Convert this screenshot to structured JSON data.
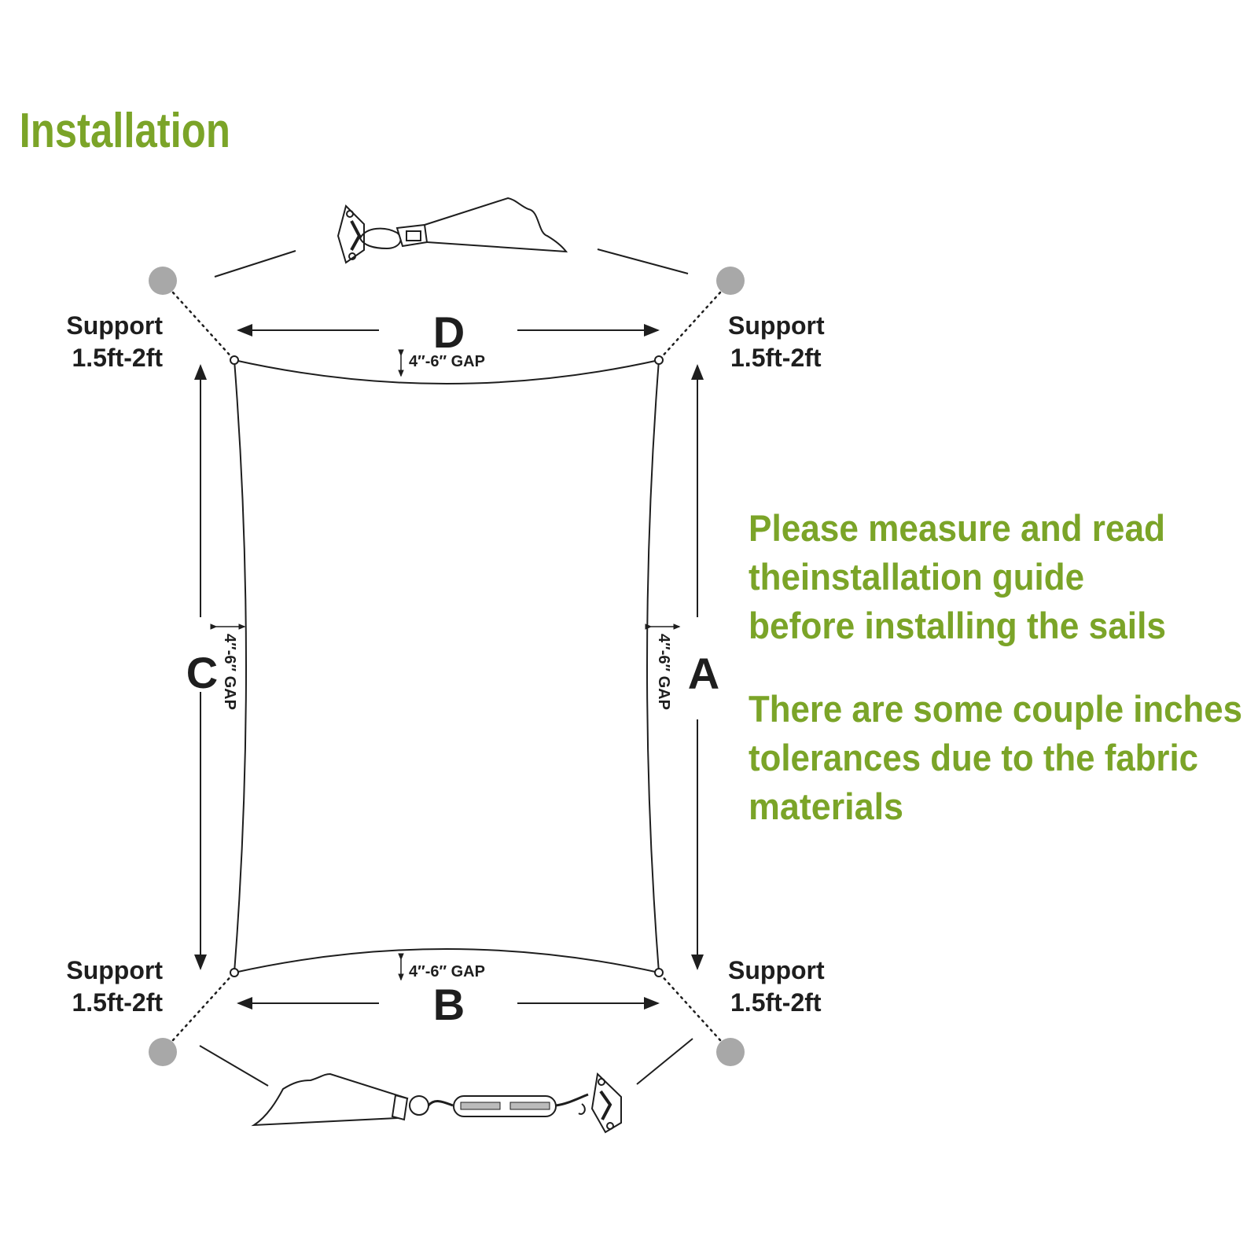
{
  "title": "Installation",
  "sides": {
    "a": "A",
    "b": "B",
    "c": "C",
    "d": "D"
  },
  "gap_label": "4″-6″ GAP",
  "supports": {
    "top_left": {
      "line1": "Support",
      "line2": "1.5ft-2ft"
    },
    "top_right": {
      "line1": "Support",
      "line2": "1.5ft-2ft"
    },
    "bottom_left": {
      "line1": "Support",
      "line2": "1.5ft-2ft"
    },
    "bottom_right": {
      "line1": "Support",
      "line2": "1.5ft-2ft"
    }
  },
  "note_1": [
    "Please measure and read",
    "theinstallation guide",
    "before installing the sails"
  ],
  "note_2": [
    "There are some couple inches",
    "tolerances due to the fabric",
    "materials"
  ],
  "colors": {
    "accent": "#7ba428",
    "ink": "#1e1e1e",
    "post": "#a8a8a8"
  },
  "icons": [
    "support-post-icon",
    "wall-plate-snap-hook-icon",
    "turnbuckle-icon",
    "arrow-icon"
  ]
}
